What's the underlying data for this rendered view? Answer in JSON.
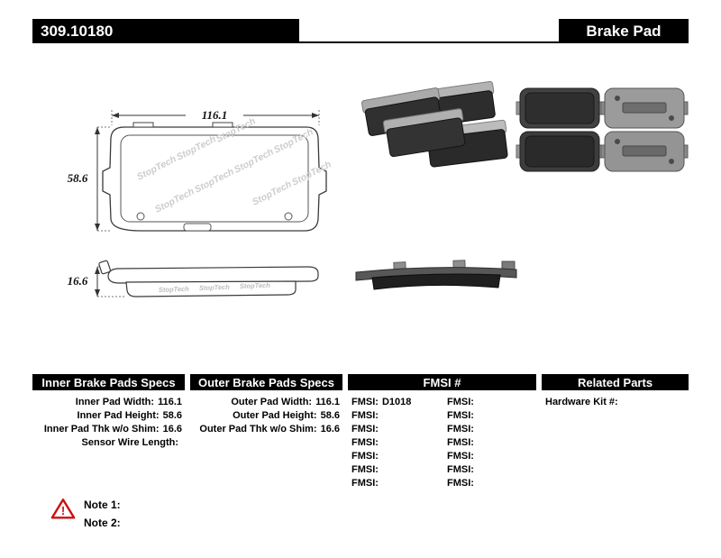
{
  "header": {
    "part_number": "309.10180",
    "title": "Brake Pad"
  },
  "diagram": {
    "watermark": "StopTech",
    "dims": {
      "width": "116.1",
      "height": "58.6",
      "thickness": "16.6"
    }
  },
  "specs": {
    "inner": {
      "header": "Inner Brake Pads Specs",
      "rows": [
        {
          "label": "Inner Pad Width:",
          "value": "116.1"
        },
        {
          "label": "Inner Pad Height:",
          "value": "58.6"
        },
        {
          "label": "Inner Pad Thk w/o Shim:",
          "value": "16.6"
        },
        {
          "label": "Sensor Wire Length:",
          "value": ""
        }
      ]
    },
    "outer": {
      "header": "Outer Brake Pads Specs",
      "rows": [
        {
          "label": "Outer Pad Width:",
          "value": "116.1"
        },
        {
          "label": "Outer Pad Height:",
          "value": "58.6"
        },
        {
          "label": "Outer Pad Thk w/o Shim:",
          "value": "16.6"
        }
      ]
    },
    "fmsi": {
      "header": "FMSI #",
      "col1": [
        {
          "label": "FMSI:",
          "value": "D1018"
        },
        {
          "label": "FMSI:",
          "value": ""
        },
        {
          "label": "FMSI:",
          "value": ""
        },
        {
          "label": "FMSI:",
          "value": ""
        },
        {
          "label": "FMSI:",
          "value": ""
        },
        {
          "label": "FMSI:",
          "value": ""
        },
        {
          "label": "FMSI:",
          "value": ""
        }
      ],
      "col2": [
        {
          "label": "FMSI:",
          "value": ""
        },
        {
          "label": "FMSI:",
          "value": ""
        },
        {
          "label": "FMSI:",
          "value": ""
        },
        {
          "label": "FMSI:",
          "value": ""
        },
        {
          "label": "FMSI:",
          "value": ""
        },
        {
          "label": "FMSI:",
          "value": ""
        },
        {
          "label": "FMSI:",
          "value": ""
        }
      ]
    },
    "related": {
      "header": "Related Parts",
      "rows": [
        {
          "label": "Hardware Kit #:",
          "value": ""
        }
      ]
    }
  },
  "notes": {
    "icon": "!",
    "items": [
      {
        "label": "Note 1:"
      },
      {
        "label": "Note 2:"
      }
    ]
  }
}
